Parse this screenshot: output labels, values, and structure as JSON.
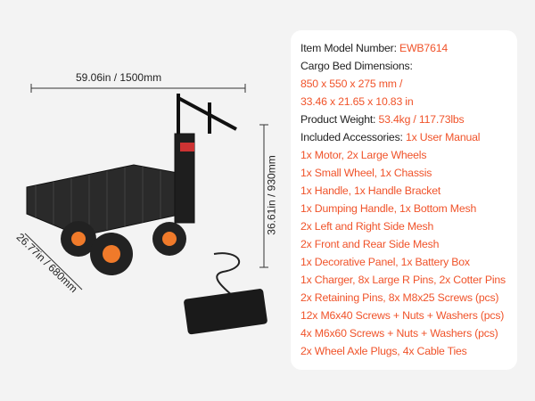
{
  "dimensions": {
    "length": "59.06in / 1500mm",
    "height": "36.61in / 930mm",
    "width": "26.77in / 680mm"
  },
  "specs": {
    "model_label": "Item Model Number: ",
    "model_value": "EWB7614",
    "cargo_label": "Cargo Bed Dimensions:",
    "cargo_mm": "850 x 550 x 275 mm /",
    "cargo_in": "33.46 x 21.65 x 10.83 in",
    "weight_label": "Product Weight: ",
    "weight_value": "53.4kg / 117.73lbs",
    "accessories_label": "Included Accessories: ",
    "accessories_first": "1x User Manual",
    "accessories": [
      "1x Motor, 2x Large Wheels",
      "1x Small Wheel, 1x Chassis",
      "1x Handle, 1x Handle Bracket",
      "1x Dumping Handle, 1x Bottom Mesh",
      "2x Left and Right Side Mesh",
      "2x Front and Rear Side Mesh",
      "1x Decorative Panel, 1x Battery Box",
      "1x Charger, 8x Large R Pins, 2x Cotter Pins",
      "2x Retaining Pins, 8x M8x25 Screws (pcs)",
      "12x M6x40 Screws + Nuts + Washers (pcs)",
      "4x M6x60 Screws + Nuts + Washers (pcs)",
      "2x Wheel Axle Plugs, 4x Cable Ties"
    ]
  },
  "colors": {
    "accent": "#f0532a"
  }
}
